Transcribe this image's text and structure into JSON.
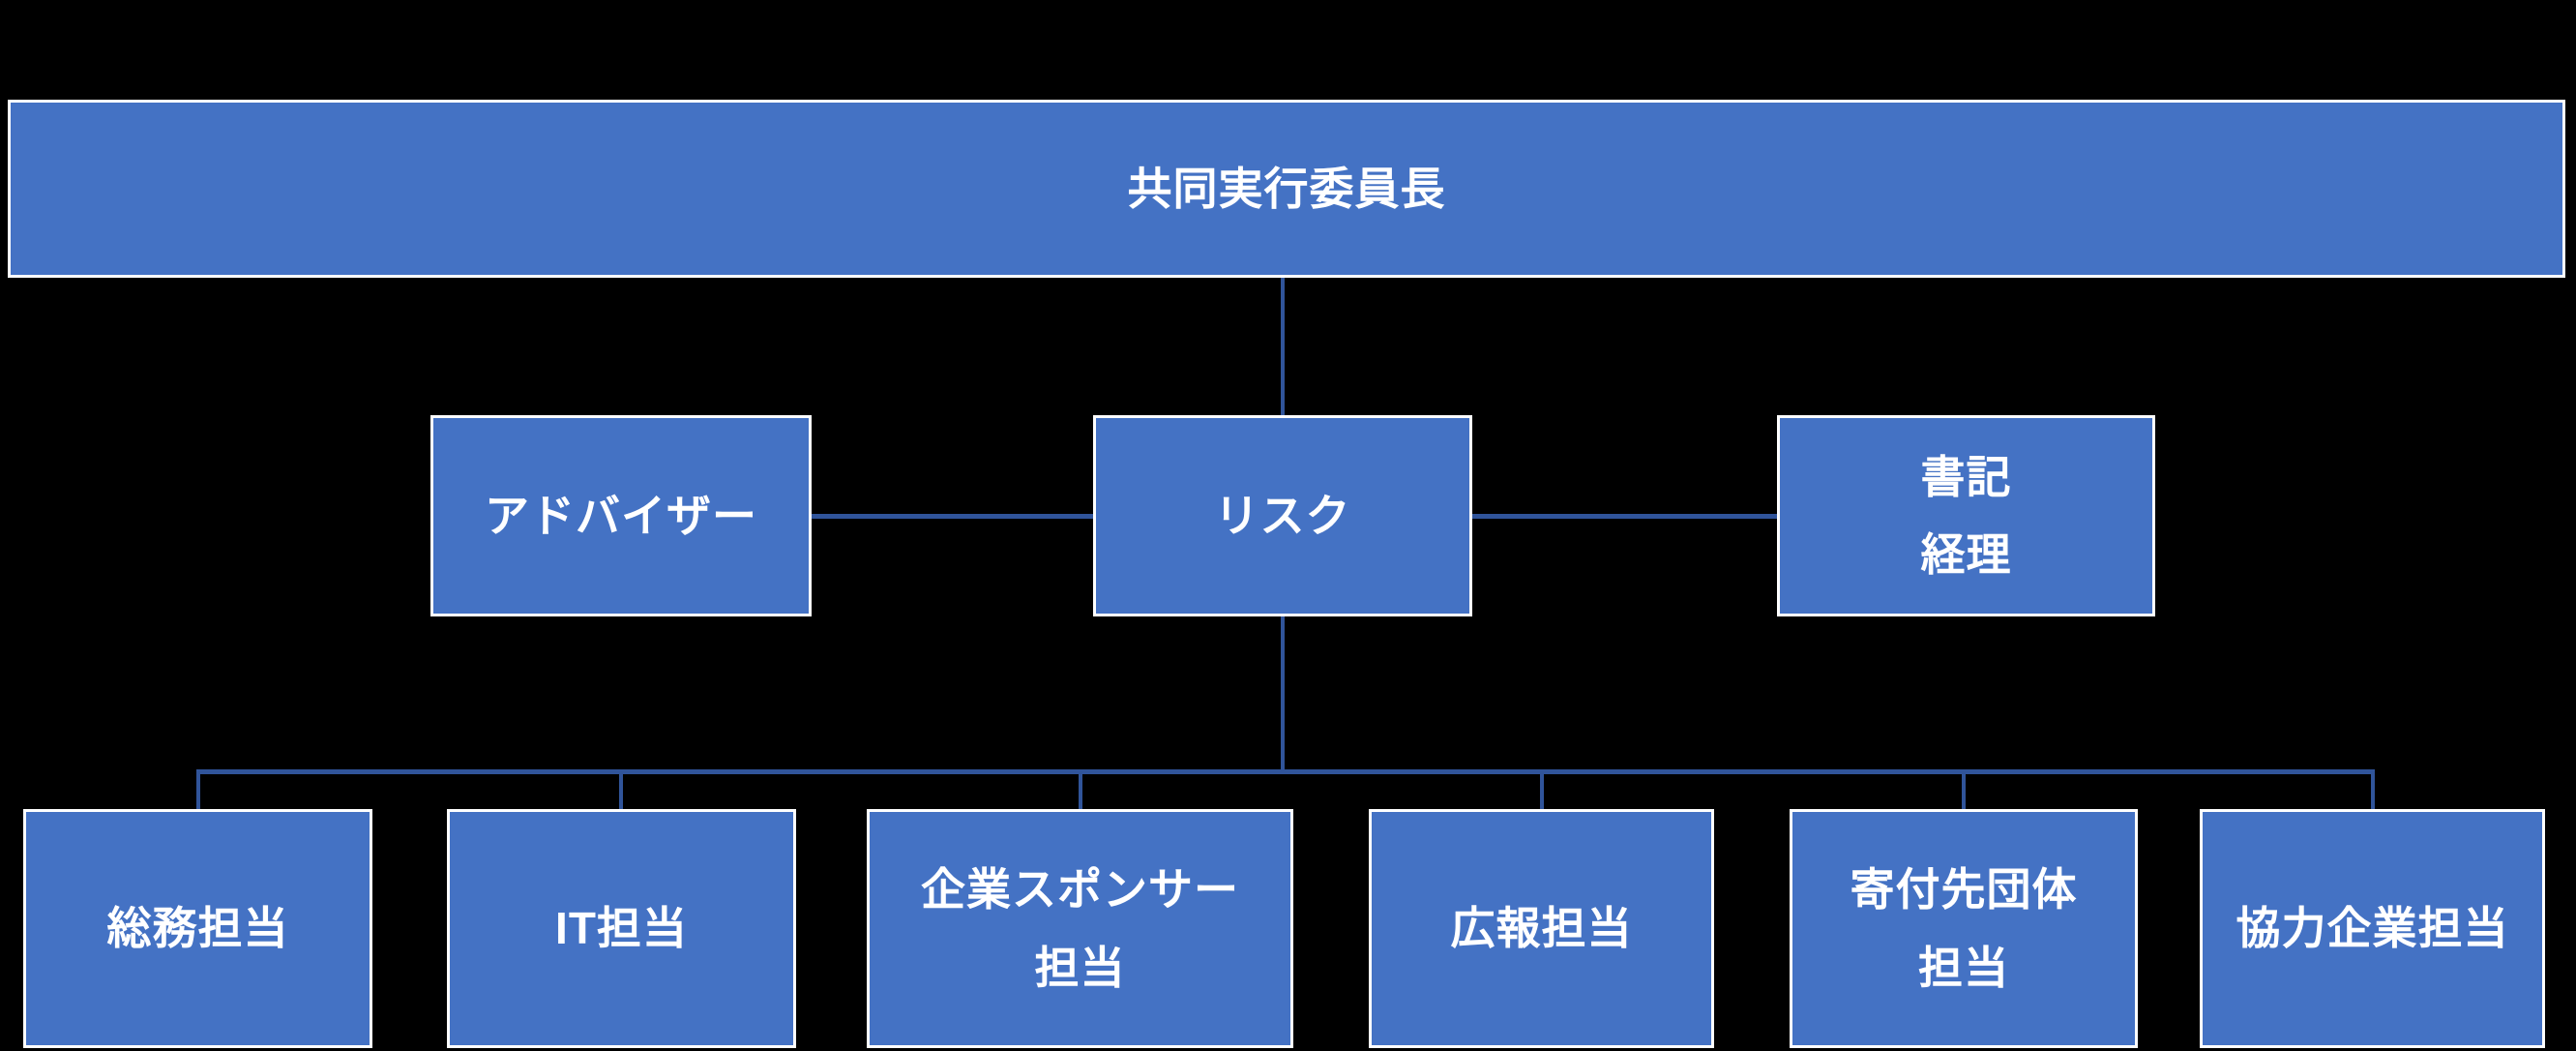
{
  "diagram": {
    "type": "org-chart",
    "root": {
      "label": "共同実行委員長"
    },
    "middle": [
      {
        "label": "アドバイザー"
      },
      {
        "label": "リスク"
      },
      {
        "label_line1": "書記",
        "label_line2": "経理"
      }
    ],
    "bottom": [
      {
        "label": "総務担当"
      },
      {
        "label": "IT担当"
      },
      {
        "label_line1": "企業スポンサー",
        "label_line2": "担当"
      },
      {
        "label": "広報担当"
      },
      {
        "label_line1": "寄付先団体",
        "label_line2": "担当"
      },
      {
        "label": "協力企業担当"
      }
    ]
  },
  "colors": {
    "background": "#000000",
    "box_fill": "#4472C4",
    "box_border": "#FFFFFF",
    "connector": "#30549A",
    "text_color": "#FFFFFF"
  }
}
